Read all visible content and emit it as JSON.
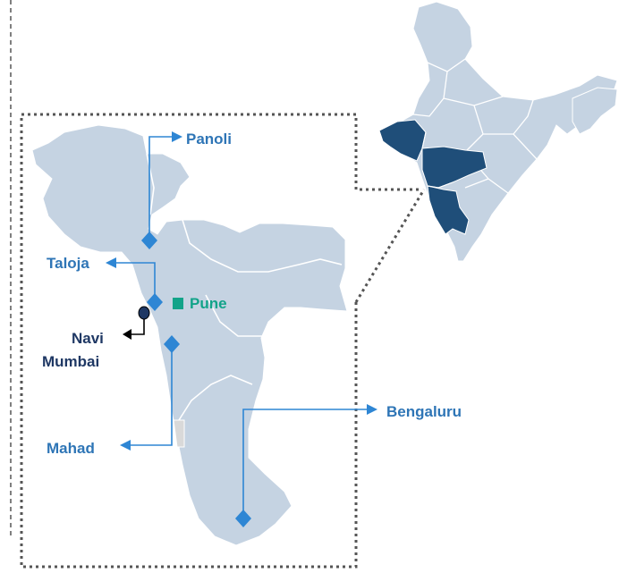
{
  "map": {
    "colors": {
      "land": "#c5d3e2",
      "highlight": "#1f4e79",
      "route": "#2e86d4",
      "site_label": "#2e75b6",
      "office": "#12a389",
      "navi_mumbai": "#1f3864",
      "border": "#ffffff",
      "dotted": "#555555"
    },
    "locations": [
      {
        "name": "Panoli",
        "marker": "diamond",
        "icon": "diamond-marker-icon"
      },
      {
        "name": "Taloja",
        "marker": "diamond",
        "icon": "diamond-marker-icon"
      },
      {
        "name": "Pune",
        "marker": "square",
        "icon": "square-marker-icon"
      },
      {
        "name": "Navi\nMumbai",
        "line1": "Navi",
        "line2": "Mumbai",
        "marker": "circle",
        "icon": "pin-marker-icon"
      },
      {
        "name": "Mahad",
        "marker": "diamond",
        "icon": "diamond-marker-icon"
      },
      {
        "name": "Bengaluru",
        "marker": "diamond",
        "icon": "diamond-marker-icon"
      }
    ]
  }
}
